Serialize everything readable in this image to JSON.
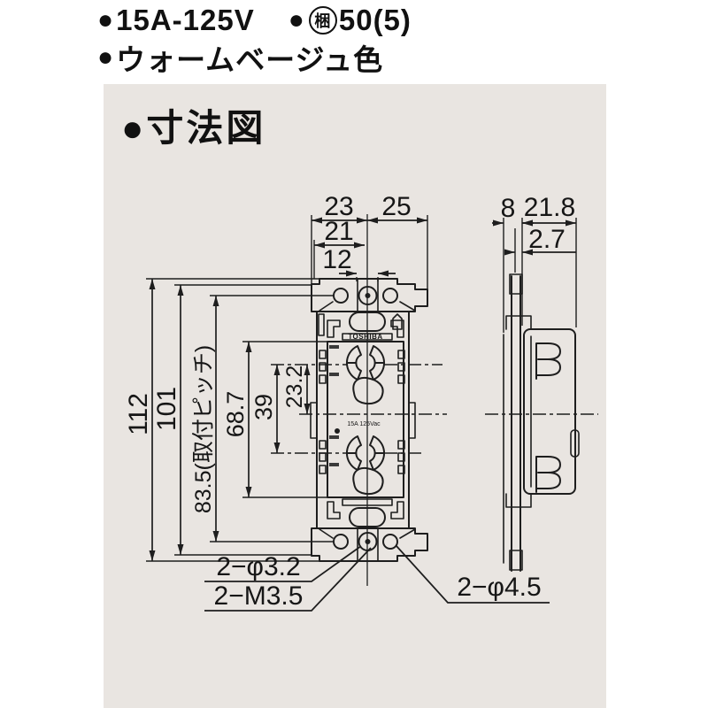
{
  "header": {
    "line1": {
      "bullet1": "●",
      "rating": "15A-125V",
      "bullet2": "●",
      "pack_circled": "梱",
      "pack_qty": "50(5)"
    },
    "line2": {
      "bullet": "●",
      "color_name": "ウォームベージュ色"
    }
  },
  "panel": {
    "title_bullet": "●",
    "title": "寸法図"
  },
  "front_view": {
    "brand": "TOSHIBA",
    "rating": "15A 125Vac",
    "dim_23": "23",
    "dim_25": "25",
    "dim_21": "21",
    "dim_12": "12",
    "dim_112": "112",
    "dim_101": "101",
    "dim_835": "83.5(取付ピッチ)",
    "dim_687": "68.7",
    "dim_39": "39",
    "dim_232": "23.2",
    "label_phi32": "2−φ3.2",
    "label_m35": "2−M3.5",
    "label_phi45": "2−φ4.5"
  },
  "side_view": {
    "dim_8": "8",
    "dim_218": "21.8",
    "dim_27": "2.7"
  },
  "colors": {
    "page_bg": "#ffffff",
    "panel_bg": "#e9e5e1",
    "line": "#1e1e1e"
  }
}
